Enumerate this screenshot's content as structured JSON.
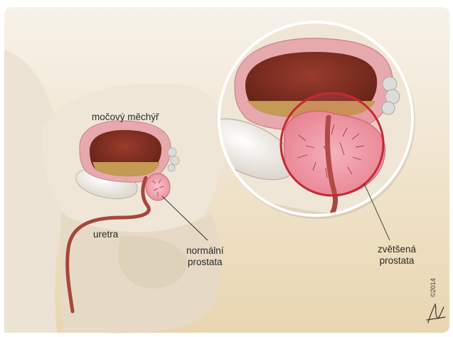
{
  "labels": {
    "bladder": "močový měchýř",
    "urethra": "uretra",
    "normal_prostate": [
      "normální",
      "prostata"
    ],
    "enlarged_prostate": [
      "zvětšená",
      "prostata"
    ]
  },
  "credit": {
    "year": "©2014"
  },
  "colors": {
    "background_top": "#f7f2ea",
    "background_bottom": "#e9d6b0",
    "body_silhouette": "#ede4d6",
    "bladder_wall": "#e7a9ae",
    "bladder_lumen": "#7a2e22",
    "urine": "#c59a55",
    "prostate": "#f2a6b4",
    "highlight_ring": "#c62832",
    "urethra": "#a6473b",
    "pubic_bone": "#f4f1ec"
  }
}
